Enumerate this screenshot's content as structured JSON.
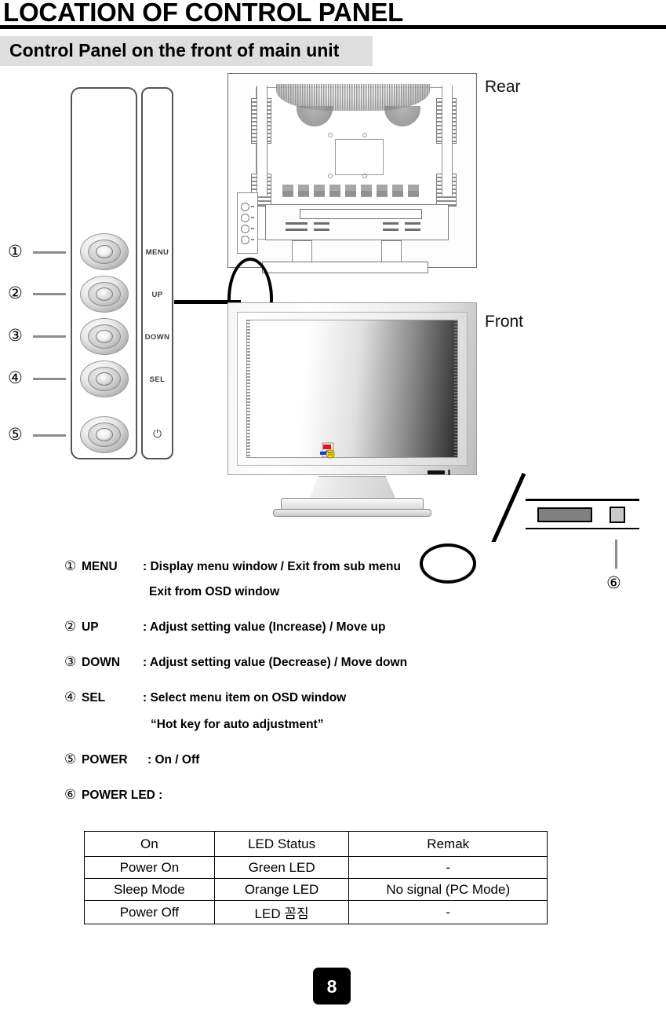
{
  "document": {
    "title": "LOCATION OF CONTROL PANEL",
    "section_banner": "Control Panel on the front of main unit",
    "page_number": "8"
  },
  "figure": {
    "view_labels": {
      "rear": "Rear",
      "front": "Front"
    },
    "control_panel": {
      "buttons": [
        {
          "callout": "①",
          "label": "MENU"
        },
        {
          "callout": "②",
          "label": "UP"
        },
        {
          "callout": "③",
          "label": "DOWN"
        },
        {
          "callout": "④",
          "label": "SEL"
        },
        {
          "callout": "⑤",
          "label": "⏻"
        }
      ]
    },
    "led_callout": "⑥"
  },
  "descriptions": [
    {
      "num": "①",
      "key": "MENU",
      "text": ": Display menu window / Exit from sub menu",
      "sub": "Exit from OSD window"
    },
    {
      "num": "②",
      "key": "UP",
      "text": ": Adjust setting value (Increase) / Move up",
      "sub": ""
    },
    {
      "num": "③",
      "key": "DOWN",
      "text": ": Adjust setting value (Decrease) / Move down",
      "sub": ""
    },
    {
      "num": "④",
      "key": "SEL",
      "text": ": Select menu item on OSD window",
      "sub": "“Hot key for auto adjustment”"
    },
    {
      "num": "⑤",
      "key": "POWER",
      "text": ": On / Off",
      "sub": ""
    },
    {
      "num": "⑥",
      "key": "POWER LED :",
      "text": "",
      "sub": ""
    }
  ],
  "led_table": {
    "headers": [
      "On",
      "LED Status",
      "Remak"
    ],
    "rows": [
      [
        "Power On",
        "Green LED",
        "-"
      ],
      [
        "Sleep Mode",
        "Orange LED",
        "No signal (PC Mode)"
      ],
      [
        "Power Off",
        "LED 꼼짐",
        "-"
      ]
    ]
  }
}
